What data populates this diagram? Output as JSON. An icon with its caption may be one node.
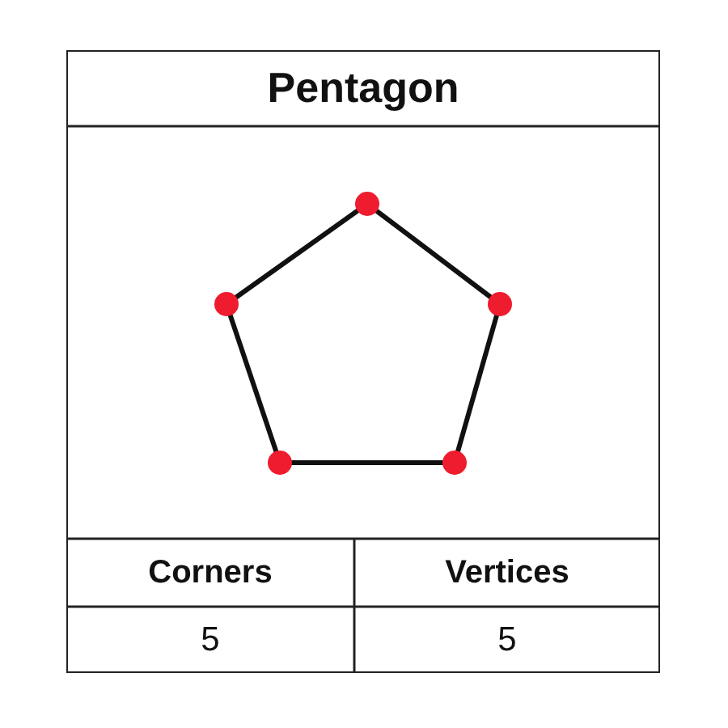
{
  "diagram": {
    "title": "Pentagon",
    "labels": [
      "Corners",
      "Vertices",
      "5",
      "5"
    ]
  }
}
